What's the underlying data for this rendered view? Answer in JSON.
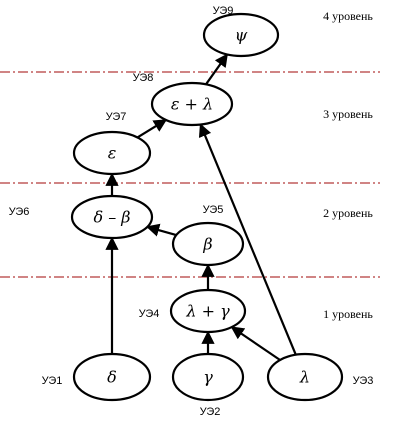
{
  "levels": [
    {
      "id": "level-4",
      "label": "4 уровень"
    },
    {
      "id": "level-3",
      "label": "3 уровень"
    },
    {
      "id": "level-2",
      "label": "2 уровень"
    },
    {
      "id": "level-1",
      "label": "1 уровень"
    }
  ],
  "nodes": [
    {
      "id": "ue1",
      "name": "УЭ1",
      "label": "δ"
    },
    {
      "id": "ue2",
      "name": "УЭ2",
      "label": "γ"
    },
    {
      "id": "ue3",
      "name": "УЭ3",
      "label": "λ"
    },
    {
      "id": "ue4",
      "name": "УЭ4",
      "label": "λ + γ"
    },
    {
      "id": "ue5",
      "name": "УЭ5",
      "label": "β"
    },
    {
      "id": "ue6",
      "name": "УЭ6",
      "label": "δ – β"
    },
    {
      "id": "ue7",
      "name": "УЭ7",
      "label": "ε"
    },
    {
      "id": "ue8",
      "name": "УЭ8",
      "label": "ε + λ"
    },
    {
      "id": "ue9",
      "name": "УЭ9",
      "label": "ψ"
    }
  ],
  "edges": [
    {
      "from": "ue1",
      "to": "ue6"
    },
    {
      "from": "ue2",
      "to": "ue4"
    },
    {
      "from": "ue3",
      "to": "ue4"
    },
    {
      "from": "ue3",
      "to": "ue8"
    },
    {
      "from": "ue4",
      "to": "ue5"
    },
    {
      "from": "ue5",
      "to": "ue6"
    },
    {
      "from": "ue6",
      "to": "ue7"
    },
    {
      "from": "ue7",
      "to": "ue8"
    },
    {
      "from": "ue8",
      "to": "ue9"
    }
  ],
  "colors": {
    "divider": "#b33a3a",
    "stroke": "#000000"
  }
}
